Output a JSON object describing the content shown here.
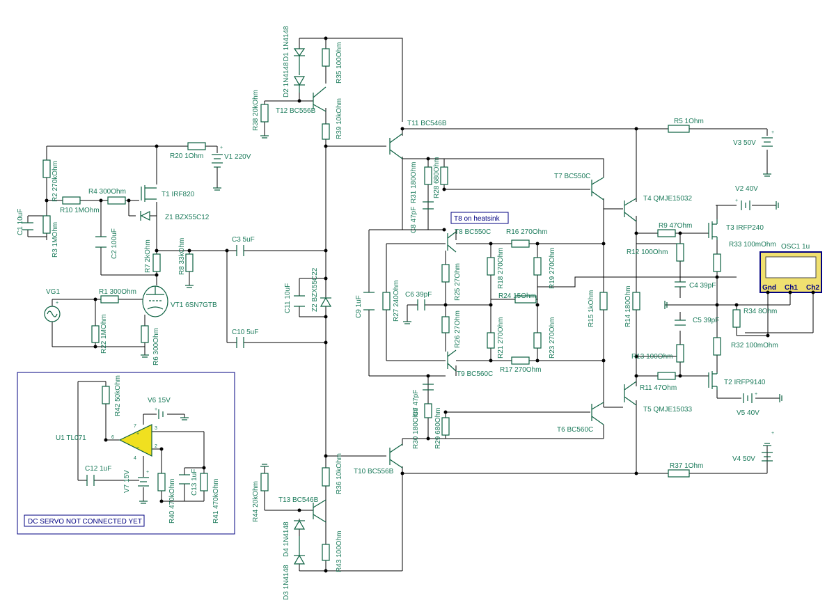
{
  "title": "",
  "notes": {
    "heatsink": "T8 on heatsink",
    "servo": "DC SERVO NOT CONNECTED YET"
  },
  "scope": {
    "label": "OSC1 1u",
    "pins": [
      "Gnd",
      "Ch1",
      "Ch2"
    ]
  },
  "labels": {
    "d1": "D1 1N4148",
    "d2": "D2 1N4148",
    "r35": "R35 100Ohm",
    "r38": "R38 20kOhm",
    "t12": "T12 BC556B",
    "r39": "R39 10kOhm",
    "t11": "T11 BC546B",
    "r5": "R5 1Ohm",
    "v3": "V3 50V",
    "r20": "R20 1Ohm",
    "v1": "V1 220V",
    "r2": "R2 270kOhm",
    "r4": "R4 300Ohm",
    "t1": "T1 IRF820",
    "r10": "R10 1MOhm",
    "c1": "C1 10uF",
    "r3": "R3 1MOhm",
    "z1": "Z1 BZX55C12",
    "c2": "C2 100uF",
    "r7": "R7 2kOhm",
    "r8": "R8 33kOhm",
    "c3": "C3 5uF",
    "vg1": "VG1",
    "r1": "R1 300Ohm",
    "vt1": "VT1 6SN7GTB",
    "r22": "R22 1MOhm",
    "r6": "R6 300Ohm",
    "c10": "C10 5uF",
    "c11": "C11 10uF",
    "z2": "Z2 BZX55C22",
    "r31": "R31 180Ohm",
    "r28": "R28 680Ohm",
    "t7": "T7 BC550C",
    "t4": "T4 QMJE15032",
    "v2": "V2 40V",
    "c8": "C8 47pF",
    "t8": "T8 BC550C",
    "r16": "R16 270Ohm",
    "r9": "R9 47Ohm",
    "t3": "T3 IRFP240",
    "r12": "R12 100Ohm",
    "r33": "R33 100mOhm",
    "c9": "C9 1uF",
    "r27": "R27 240Ohm",
    "c6": "C6 39pF",
    "r25": "R25 27Ohm",
    "r18": "R18 270Ohm",
    "r19": "R19 270Ohm",
    "r24": "R24 15Ohm",
    "r15": "R15 1kOhm",
    "r14": "R14 180Ohm",
    "c4": "C4 39pF",
    "r26": "R26 27Ohm",
    "r21": "R21 270Ohm",
    "r23": "R23 270Ohm",
    "c5": "C5 39pF",
    "r34": "R34 8Ohm",
    "r32": "R32 100mOhm",
    "r13": "R13 100Ohm",
    "t9": "T9 BC560C",
    "r17": "R17 270Ohm",
    "r11": "R11 47Ohm",
    "t2": "T2 IRFP9140",
    "c7": "C7 47pF",
    "t5": "T5 QMJE15033",
    "v5": "V5 40V",
    "r42": "R42 50kOhm",
    "v6": "V6 15V",
    "u1": "U1 TL071",
    "r30": "R30 180Ohm",
    "r29": "R29 680Ohm",
    "t6": "T6 BC560C",
    "c12": "C12 1uF",
    "v7": "V7 15V",
    "r40": "R40 470kOhm",
    "c13": "C13 1uF",
    "r41": "R41 470kOhm",
    "t10": "T10 BC556B",
    "r36": "R36 10kOhm",
    "r37": "R37 1Ohm",
    "v4": "V4 50V",
    "r44": "R44 20kOhm",
    "t13": "T13 BC546B",
    "d4": "D4 1N4148",
    "r43": "R43 100Ohm",
    "d3": "D3 1N4148"
  },
  "pins": {
    "p7": "7",
    "p6": "6",
    "p3": "3",
    "p2": "2",
    "p4": "4"
  },
  "colors": {
    "wire": "#000000",
    "component": "#0a5f3f",
    "label": "#1a7a5a",
    "opamp": "#f0e020",
    "scope": "#f0e070",
    "note": "#000080"
  }
}
